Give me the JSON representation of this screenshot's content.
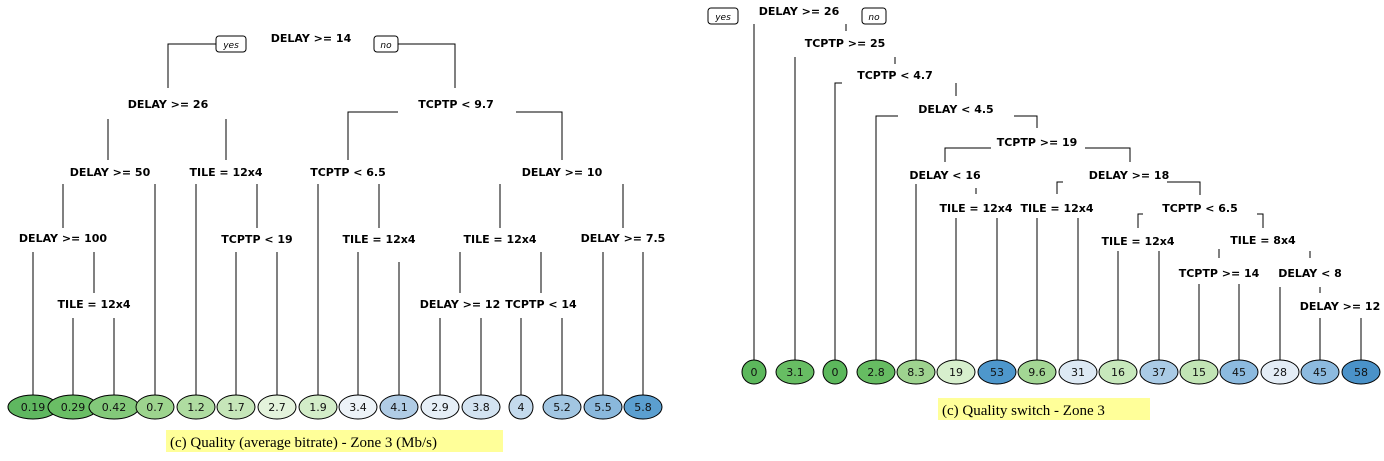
{
  "trees": [
    {
      "caption": "(c)  Quality (average bitrate) - Zone 3 (Mb/s)",
      "yes_label": "yes",
      "no_label": "no",
      "nodes": [
        {
          "id": "r",
          "label": "DELAY >= 14"
        },
        {
          "id": "n1",
          "label": "DELAY >= 26"
        },
        {
          "id": "n2",
          "label": "TCPTP < 9.7"
        },
        {
          "id": "n3",
          "label": "DELAY >= 50"
        },
        {
          "id": "n4",
          "label": "TILE = 12x4"
        },
        {
          "id": "n5",
          "label": "TCPTP < 6.5"
        },
        {
          "id": "n6",
          "label": "DELAY >= 10"
        },
        {
          "id": "n7",
          "label": "DELAY >= 100"
        },
        {
          "id": "n8",
          "label": "TCPTP < 19"
        },
        {
          "id": "n9",
          "label": "TILE = 12x4"
        },
        {
          "id": "n10",
          "label": "TILE = 12x4"
        },
        {
          "id": "n11",
          "label": "DELAY >= 7.5"
        },
        {
          "id": "n12",
          "label": "TILE = 12x4"
        },
        {
          "id": "n13",
          "label": "DELAY >= 12"
        },
        {
          "id": "n14",
          "label": "TCPTP < 14"
        }
      ],
      "leaves": [
        {
          "value": "0.19",
          "color": "#5fb760"
        },
        {
          "value": "0.29",
          "color": "#6abe65"
        },
        {
          "value": "0.42",
          "color": "#83c97a"
        },
        {
          "value": "0.7",
          "color": "#9dd48e"
        },
        {
          "value": "1.2",
          "color": "#afdca1"
        },
        {
          "value": "1.7",
          "color": "#c6e6b9"
        },
        {
          "value": "2.7",
          "color": "#e4f3dc"
        },
        {
          "value": "1.9",
          "color": "#d3edc8"
        },
        {
          "value": "3.4",
          "color": "#edf3f8"
        },
        {
          "value": "4.1",
          "color": "#b0cce5"
        },
        {
          "value": "2.9",
          "color": "#e6eff7"
        },
        {
          "value": "3.8",
          "color": "#d3e3f1"
        },
        {
          "value": "4",
          "color": "#c4daed"
        },
        {
          "value": "5.2",
          "color": "#a2c6e2"
        },
        {
          "value": "5.5",
          "color": "#8ab8dc"
        },
        {
          "value": "5.8",
          "color": "#5b9fd0"
        }
      ]
    },
    {
      "caption": "(c)  Quality switch - Zone 3",
      "yes_label": "yes",
      "no_label": "no",
      "nodes": [
        {
          "id": "r",
          "label": "DELAY >= 26"
        },
        {
          "id": "n1",
          "label": "TCPTP >= 25"
        },
        {
          "id": "n2",
          "label": "TCPTP < 4.7"
        },
        {
          "id": "n3",
          "label": "DELAY < 4.5"
        },
        {
          "id": "n4",
          "label": "TCPTP >= 19"
        },
        {
          "id": "n5",
          "label": "DELAY < 16"
        },
        {
          "id": "n6",
          "label": "DELAY >= 18"
        },
        {
          "id": "n7",
          "label": "TILE = 12x4"
        },
        {
          "id": "n8",
          "label": "TILE = 12x4"
        },
        {
          "id": "n9",
          "label": "TCPTP < 6.5"
        },
        {
          "id": "n10",
          "label": "TILE = 12x4"
        },
        {
          "id": "n11",
          "label": "TILE = 8x4"
        },
        {
          "id": "n12",
          "label": "TCPTP >= 14"
        },
        {
          "id": "n13",
          "label": "DELAY < 8"
        },
        {
          "id": "n14",
          "label": "DELAY >= 12"
        }
      ],
      "leaves": [
        {
          "value": "0",
          "color": "#5cb85c"
        },
        {
          "value": "3.1",
          "color": "#67bd63"
        },
        {
          "value": "0",
          "color": "#5cb85c"
        },
        {
          "value": "2.8",
          "color": "#66bc62"
        },
        {
          "value": "8.3",
          "color": "#9ed38f"
        },
        {
          "value": "19",
          "color": "#d7efcd"
        },
        {
          "value": "53",
          "color": "#4e97cc"
        },
        {
          "value": "9.6",
          "color": "#a3d694"
        },
        {
          "value": "31",
          "color": "#dde9f4"
        },
        {
          "value": "16",
          "color": "#c7e8bb"
        },
        {
          "value": "37",
          "color": "#aacbe6"
        },
        {
          "value": "15",
          "color": "#c2e5b5"
        },
        {
          "value": "45",
          "color": "#8cbadf"
        },
        {
          "value": "28",
          "color": "#e4edf6"
        },
        {
          "value": "45",
          "color": "#8cbadf"
        },
        {
          "value": "58",
          "color": "#4a92c9"
        }
      ]
    }
  ]
}
